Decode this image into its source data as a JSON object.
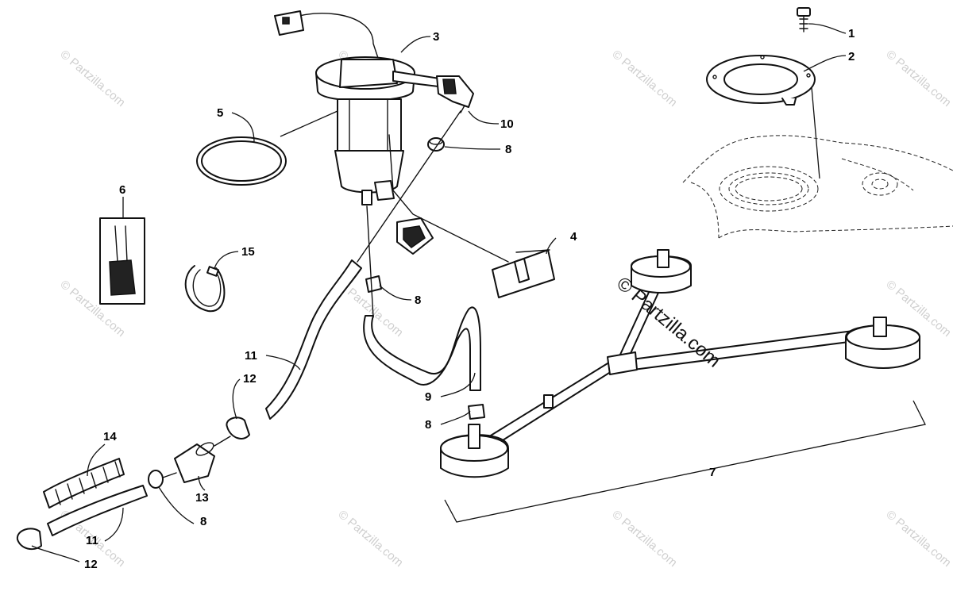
{
  "callouts": {
    "c1": "1",
    "c2": "2",
    "c3": "3",
    "c4": "4",
    "c5": "5",
    "c6": "6",
    "c7": "7",
    "c8a": "8",
    "c8b": "8",
    "c8c": "8",
    "c8d": "8",
    "c9": "9",
    "c10": "10",
    "c11a": "11",
    "c11b": "11",
    "c12a": "12",
    "c12b": "12",
    "c13": "13",
    "c14": "14",
    "c15": "15"
  },
  "watermark": {
    "main": "© Partzilla.com",
    "tile": "© Partzilla.com"
  }
}
